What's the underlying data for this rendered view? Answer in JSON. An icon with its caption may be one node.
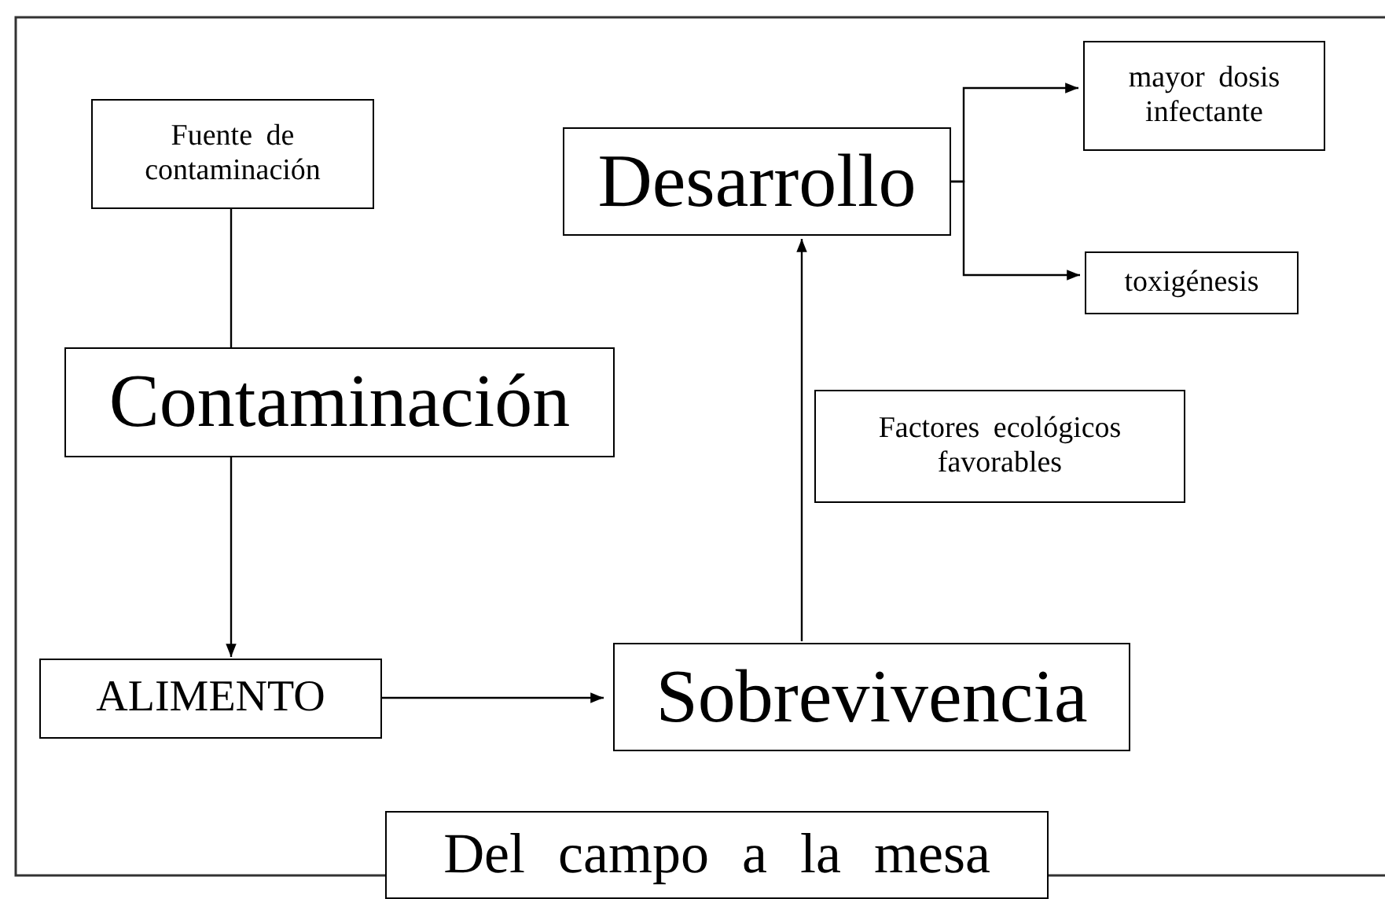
{
  "diagram": {
    "nodes": [
      {
        "text": [
          "Fuente de contaminación"
        ]
      },
      {
        "text": [
          "Contaminación"
        ]
      },
      {
        "text": [
          "ALIMENTO"
        ]
      },
      {
        "text": [
          "Sobrevivencia"
        ]
      },
      {
        "text": [
          "Factores ecológicos favorables"
        ]
      },
      {
        "text": [
          "Desarrollo"
        ]
      },
      {
        "text": [
          "mayor dosis infectante"
        ]
      },
      {
        "text": [
          "toxigénesis"
        ]
      },
      {
        "text": [
          "Del campo a la mesa"
        ]
      }
    ],
    "edges": [
      {
        "from": 0,
        "to": 1,
        "arrow": "none"
      },
      {
        "from": 1,
        "to": 2,
        "arrow": "to"
      },
      {
        "from": 2,
        "to": 3,
        "arrow": "to"
      },
      {
        "from": 3,
        "to": 5,
        "arrow": "to"
      },
      {
        "from": 5,
        "to": 6,
        "arrow": "to"
      },
      {
        "from": 5,
        "to": 7,
        "arrow": "to"
      }
    ]
  }
}
